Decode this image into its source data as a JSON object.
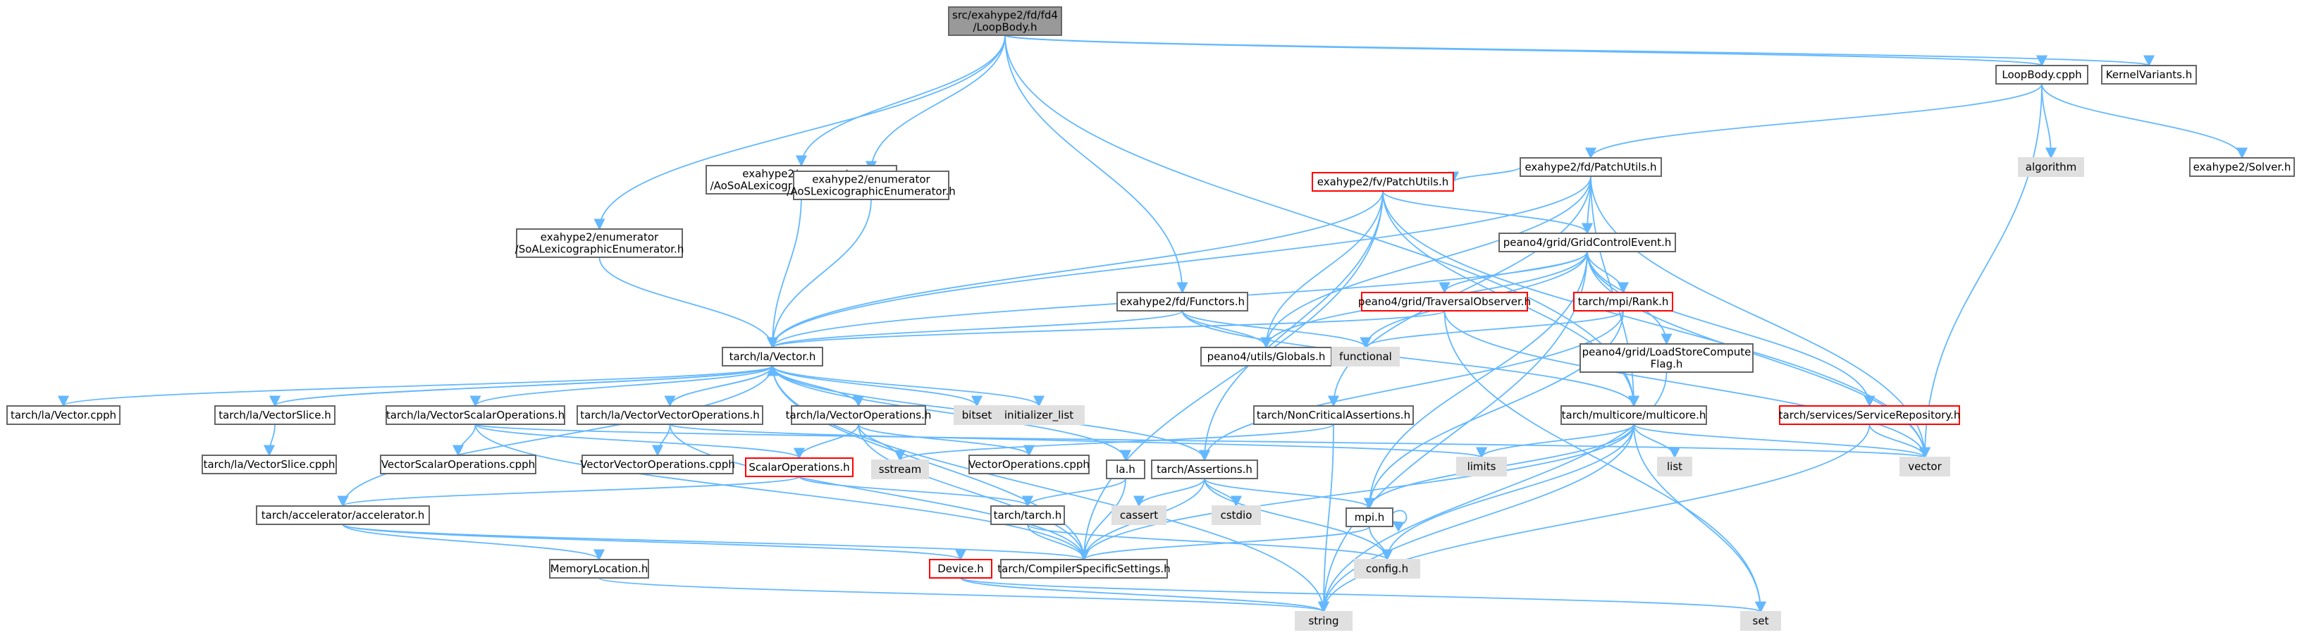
{
  "colors": {
    "edge": "#63b8ff",
    "border_normal": "#666666",
    "border_incomplete": "#ff0000",
    "fill_normal": "#ffffff",
    "fill_system": "#e0e0e0",
    "fill_root": "#999999",
    "text": "#000000"
  },
  "nodes": [
    {
      "id": "root",
      "lines": [
        "src/exahype2/fd/fd4",
        "/LoopBody.h"
      ],
      "style": "root"
    },
    {
      "id": "loopbody_cpph",
      "lines": [
        "LoopBody.cpph"
      ],
      "style": "normal"
    },
    {
      "id": "kernelvariants",
      "lines": [
        "KernelVariants.h"
      ],
      "style": "normal"
    },
    {
      "id": "algorithm",
      "lines": [
        "algorithm"
      ],
      "style": "system"
    },
    {
      "id": "solver",
      "lines": [
        "exahype2/Solver.h"
      ],
      "style": "normal"
    },
    {
      "id": "fd_patchutils",
      "lines": [
        "exahype2/fd/PatchUtils.h"
      ],
      "style": "normal"
    },
    {
      "id": "fv_patchutils",
      "lines": [
        "exahype2/fv/PatchUtils.h"
      ],
      "style": "incomplete"
    },
    {
      "id": "aosoa",
      "lines": [
        "exahype2/enumerator",
        "/AoSoALexicographicEnumerator.h"
      ],
      "style": "normal"
    },
    {
      "id": "aos",
      "lines": [
        "exahype2/enumerator",
        "/AoSLexicographicEnumerator.h"
      ],
      "style": "normal"
    },
    {
      "id": "soa",
      "lines": [
        "exahype2/enumerator",
        "/SoALexicographicEnumerator.h"
      ],
      "style": "normal"
    },
    {
      "id": "gridcontrolevent",
      "lines": [
        "peano4/grid/GridControlEvent.h"
      ],
      "style": "normal"
    },
    {
      "id": "functors",
      "lines": [
        "exahype2/fd/Functors.h"
      ],
      "style": "normal"
    },
    {
      "id": "traversalobserver",
      "lines": [
        "peano4/grid/TraversalObserver.h"
      ],
      "style": "incomplete"
    },
    {
      "id": "rank",
      "lines": [
        "tarch/mpi/Rank.h"
      ],
      "style": "incomplete"
    },
    {
      "id": "loadstore",
      "lines": [
        "peano4/grid/LoadStoreCompute",
        "Flag.h"
      ],
      "style": "normal"
    },
    {
      "id": "vector_h",
      "lines": [
        "tarch/la/Vector.h"
      ],
      "style": "normal"
    },
    {
      "id": "globals",
      "lines": [
        "peano4/utils/Globals.h"
      ],
      "style": "normal"
    },
    {
      "id": "functional",
      "lines": [
        "functional"
      ],
      "style": "system"
    },
    {
      "id": "vector_cpph",
      "lines": [
        "tarch/la/Vector.cpph"
      ],
      "style": "normal"
    },
    {
      "id": "vectorslice_h",
      "lines": [
        "tarch/la/VectorSlice.h"
      ],
      "style": "normal"
    },
    {
      "id": "vectorslice_cpph",
      "lines": [
        "tarch/la/VectorSlice.cpph"
      ],
      "style": "normal"
    },
    {
      "id": "vso_h",
      "lines": [
        "tarch/la/VectorScalarOperations.h"
      ],
      "style": "normal"
    },
    {
      "id": "vvo_h",
      "lines": [
        "tarch/la/VectorVectorOperations.h"
      ],
      "style": "normal"
    },
    {
      "id": "vo_h",
      "lines": [
        "tarch/la/VectorOperations.h"
      ],
      "style": "normal"
    },
    {
      "id": "bitset",
      "lines": [
        "bitset"
      ],
      "style": "system"
    },
    {
      "id": "initializer_list",
      "lines": [
        "initializer_list"
      ],
      "style": "system"
    },
    {
      "id": "noncritical",
      "lines": [
        "tarch/NonCriticalAssertions.h"
      ],
      "style": "normal"
    },
    {
      "id": "multicore",
      "lines": [
        "tarch/multicore/multicore.h"
      ],
      "style": "normal"
    },
    {
      "id": "servicerepo",
      "lines": [
        "tarch/services/ServiceRepository.h"
      ],
      "style": "incomplete"
    },
    {
      "id": "vso_cpph",
      "lines": [
        "VectorScalarOperations.cpph"
      ],
      "style": "normal"
    },
    {
      "id": "vvo_cpph",
      "lines": [
        "VectorVectorOperations.cpph"
      ],
      "style": "normal"
    },
    {
      "id": "scalarops",
      "lines": [
        "ScalarOperations.h"
      ],
      "style": "incomplete"
    },
    {
      "id": "sstream",
      "lines": [
        "sstream"
      ],
      "style": "system"
    },
    {
      "id": "vo_cpph",
      "lines": [
        "VectorOperations.cpph"
      ],
      "style": "normal"
    },
    {
      "id": "la_h",
      "lines": [
        "la.h"
      ],
      "style": "normal"
    },
    {
      "id": "assertions",
      "lines": [
        "tarch/Assertions.h"
      ],
      "style": "normal"
    },
    {
      "id": "limits",
      "lines": [
        "limits"
      ],
      "style": "system"
    },
    {
      "id": "list",
      "lines": [
        "list"
      ],
      "style": "system"
    },
    {
      "id": "vector_sys",
      "lines": [
        "vector"
      ],
      "style": "system"
    },
    {
      "id": "accelerator",
      "lines": [
        "tarch/accelerator/accelerator.h"
      ],
      "style": "normal"
    },
    {
      "id": "tarch_h",
      "lines": [
        "tarch/tarch.h"
      ],
      "style": "normal"
    },
    {
      "id": "cassert",
      "lines": [
        "cassert"
      ],
      "style": "system"
    },
    {
      "id": "cstdio",
      "lines": [
        "cstdio"
      ],
      "style": "system"
    },
    {
      "id": "mpi_h",
      "lines": [
        "mpi.h"
      ],
      "style": "normal"
    },
    {
      "id": "memorylocation",
      "lines": [
        "MemoryLocation.h"
      ],
      "style": "normal"
    },
    {
      "id": "device",
      "lines": [
        "Device.h"
      ],
      "style": "incomplete"
    },
    {
      "id": "compiler",
      "lines": [
        "tarch/CompilerSpecificSettings.h"
      ],
      "style": "normal"
    },
    {
      "id": "config",
      "lines": [
        "config.h"
      ],
      "style": "system"
    },
    {
      "id": "string",
      "lines": [
        "string"
      ],
      "style": "system"
    },
    {
      "id": "set",
      "lines": [
        "set"
      ],
      "style": "system"
    }
  ],
  "edges": [
    [
      "root",
      "loopbody_cpph"
    ],
    [
      "root",
      "kernelvariants"
    ],
    [
      "root",
      "aosoa"
    ],
    [
      "root",
      "aos"
    ],
    [
      "root",
      "soa"
    ],
    [
      "root",
      "functors"
    ],
    [
      "root",
      "multicore"
    ],
    [
      "loopbody_cpph",
      "algorithm"
    ],
    [
      "loopbody_cpph",
      "solver"
    ],
    [
      "loopbody_cpph",
      "fd_patchutils"
    ],
    [
      "loopbody_cpph",
      "vector_sys"
    ],
    [
      "fd_patchutils",
      "fv_patchutils"
    ],
    [
      "fd_patchutils",
      "gridcontrolevent"
    ],
    [
      "fd_patchutils",
      "vector_h"
    ],
    [
      "fd_patchutils",
      "globals"
    ],
    [
      "fd_patchutils",
      "multicore"
    ],
    [
      "fd_patchutils",
      "vector_sys"
    ],
    [
      "fd_patchutils",
      "noncritical"
    ],
    [
      "fv_patchutils",
      "gridcontrolevent"
    ],
    [
      "fv_patchutils",
      "vector_h"
    ],
    [
      "fv_patchutils",
      "globals"
    ],
    [
      "fv_patchutils",
      "assertions"
    ],
    [
      "fv_patchutils",
      "multicore"
    ],
    [
      "fv_patchutils",
      "vector_sys"
    ],
    [
      "fv_patchutils",
      "compiler"
    ],
    [
      "aosoa",
      "vector_h"
    ],
    [
      "aos",
      "vector_h"
    ],
    [
      "soa",
      "vector_h"
    ],
    [
      "gridcontrolevent",
      "traversalobserver"
    ],
    [
      "gridcontrolevent",
      "rank"
    ],
    [
      "gridcontrolevent",
      "loadstore"
    ],
    [
      "gridcontrolevent",
      "vector_h"
    ],
    [
      "gridcontrolevent",
      "globals"
    ],
    [
      "gridcontrolevent",
      "servicerepo"
    ],
    [
      "gridcontrolevent",
      "vector_sys"
    ],
    [
      "gridcontrolevent",
      "string"
    ],
    [
      "gridcontrolevent",
      "functional"
    ],
    [
      "gridcontrolevent",
      "mpi_h"
    ],
    [
      "functors",
      "vector_h"
    ],
    [
      "functors",
      "globals"
    ],
    [
      "functors",
      "functional"
    ],
    [
      "functors",
      "multicore"
    ],
    [
      "traversalobserver",
      "vector_h"
    ],
    [
      "traversalobserver",
      "set"
    ],
    [
      "traversalobserver",
      "vector_sys"
    ],
    [
      "rank",
      "functional"
    ],
    [
      "rank",
      "mpi_h"
    ],
    [
      "rank",
      "assertions"
    ],
    [
      "loadstore",
      "string"
    ],
    [
      "vector_h",
      "vector_cpph"
    ],
    [
      "vector_h",
      "vectorslice_h"
    ],
    [
      "vector_h",
      "vso_h"
    ],
    [
      "vector_h",
      "vvo_h"
    ],
    [
      "vector_h",
      "vo_h"
    ],
    [
      "vector_h",
      "bitset"
    ],
    [
      "vector_h",
      "initializer_list"
    ],
    [
      "vector_h",
      "la_h"
    ],
    [
      "vector_h",
      "assertions"
    ],
    [
      "vector_h",
      "accelerator"
    ],
    [
      "vector_h",
      "compiler"
    ],
    [
      "vector_h",
      "string"
    ],
    [
      "vectorslice_h",
      "vector_h"
    ],
    [
      "vectorslice_h",
      "vectorslice_cpph"
    ],
    [
      "vso_h",
      "vso_cpph"
    ],
    [
      "vso_h",
      "scalarops"
    ],
    [
      "vso_h",
      "compiler"
    ],
    [
      "vso_h",
      "vector_sys"
    ],
    [
      "vvo_h",
      "vector_h"
    ],
    [
      "vvo_h",
      "vvo_cpph"
    ],
    [
      "vvo_h",
      "limits"
    ],
    [
      "vvo_h",
      "compiler"
    ],
    [
      "vo_h",
      "vo_cpph"
    ],
    [
      "vo_h",
      "sstream"
    ],
    [
      "vo_h",
      "scalarops"
    ],
    [
      "vo_h",
      "compiler"
    ],
    [
      "scalarops",
      "accelerator"
    ],
    [
      "scalarops",
      "tarch_h"
    ],
    [
      "la_h",
      "tarch_h"
    ],
    [
      "la_h",
      "compiler"
    ],
    [
      "noncritical",
      "sstream"
    ],
    [
      "noncritical",
      "string"
    ],
    [
      "multicore",
      "list"
    ],
    [
      "multicore",
      "vector_sys"
    ],
    [
      "multicore",
      "limits"
    ],
    [
      "multicore",
      "set"
    ],
    [
      "multicore",
      "string"
    ],
    [
      "multicore",
      "compiler"
    ],
    [
      "multicore",
      "config"
    ],
    [
      "multicore",
      "mpi_h"
    ],
    [
      "servicerepo",
      "vector_sys"
    ],
    [
      "servicerepo",
      "string"
    ],
    [
      "assertions",
      "cassert"
    ],
    [
      "assertions",
      "cstdio"
    ],
    [
      "assertions",
      "mpi_h"
    ],
    [
      "assertions",
      "config"
    ],
    [
      "assertions",
      "compiler"
    ],
    [
      "accelerator",
      "memorylocation"
    ],
    [
      "accelerator",
      "device"
    ],
    [
      "accelerator",
      "compiler"
    ],
    [
      "tarch_h",
      "compiler"
    ],
    [
      "tarch_h",
      "config"
    ],
    [
      "mpi_h",
      "mpi_h"
    ],
    [
      "mpi_h",
      "compiler"
    ],
    [
      "mpi_h",
      "config"
    ],
    [
      "memorylocation",
      "string"
    ],
    [
      "device",
      "string"
    ],
    [
      "device",
      "set"
    ]
  ]
}
